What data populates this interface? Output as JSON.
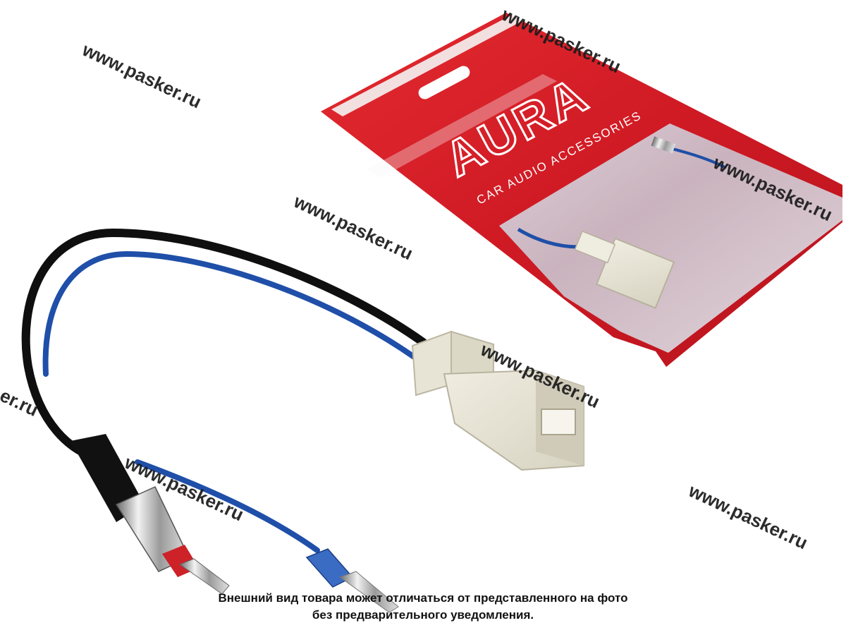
{
  "package": {
    "brand": "AURA",
    "tagline": "CAR AUDIO ACCESSORIES",
    "bag_color": "#d81e28"
  },
  "watermark": {
    "text": "www.pasker.ru",
    "partial_text": "er.ru"
  },
  "caption": {
    "line1": "Внешний вид товара может отличаться от представленного на фото",
    "line2": "без предварительного уведомления."
  },
  "product": {
    "wire_colors": {
      "black": "#111111",
      "blue": "#1f4fa8"
    },
    "connector_color": "#e6e2d2"
  }
}
